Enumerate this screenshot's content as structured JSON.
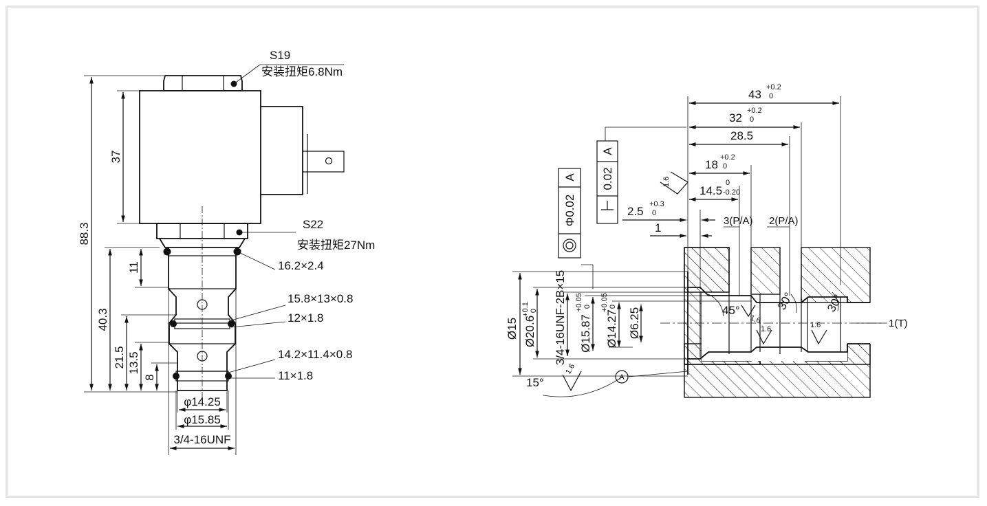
{
  "left_view": {
    "callouts": {
      "s19": "S19",
      "torque1": "安装扭矩6.8Nm",
      "s22": "S22",
      "torque2": "安装扭矩27Nm",
      "oring1": "16.2×2.4",
      "oring2": "15.8×13×0.8",
      "oring3": "12×1.8",
      "oring4": "14.2×11.4×0.8",
      "oring5": "11×1.8"
    },
    "dims": {
      "total": "88.3",
      "coil": "37",
      "d40": "40.3",
      "d11": "11",
      "d21": "21.5",
      "d13": "13.5",
      "d8": "8",
      "dia1": "φ14.25",
      "dia2": "φ15.85",
      "thread": "3/4-16UNF"
    }
  },
  "right_view": {
    "dims": {
      "d43": "43",
      "d43_tol": "+0.2",
      "d43_tol2": "0",
      "d32": "32",
      "d32_tol": "+0.2",
      "d32_tol2": "0",
      "d28": "28.5",
      "d18": "18",
      "d18_tol": "+0.2",
      "d18_tol2": "0",
      "d14": "14.5",
      "d14_tol": "0",
      "d14_tol2": "-0.20",
      "d2": "2.5",
      "d2_tol": "+0.3",
      "d2_tol2": "0",
      "d1": "1",
      "port3": "3(P/A)",
      "port2": "2(P/A)",
      "port1": "1(T)",
      "dia15": "Ø15",
      "dia20": "Ø20.6",
      "dia20_tol": "+0.1",
      "dia20_tol2": "0",
      "thread": "3/4-16UNF-2B×15",
      "dia1587": "Ø15.87",
      "dia1587_tol": "+0.05",
      "dia1587_tol2": "0",
      "dia1427": "Ø14.27",
      "dia1427_tol": "+0.05",
      "dia1427_tol2": "0",
      "dia625": "Ø6.25",
      "ang45": "45°",
      "ang30a": "30°",
      "ang30b": "30°",
      "ang15": "15°",
      "rough": "1.6"
    },
    "tolerances": {
      "perp_value": "0.02",
      "perp_datum": "A",
      "pos_value": "Φ0.02",
      "pos_datum": "A",
      "datum": "A"
    }
  }
}
